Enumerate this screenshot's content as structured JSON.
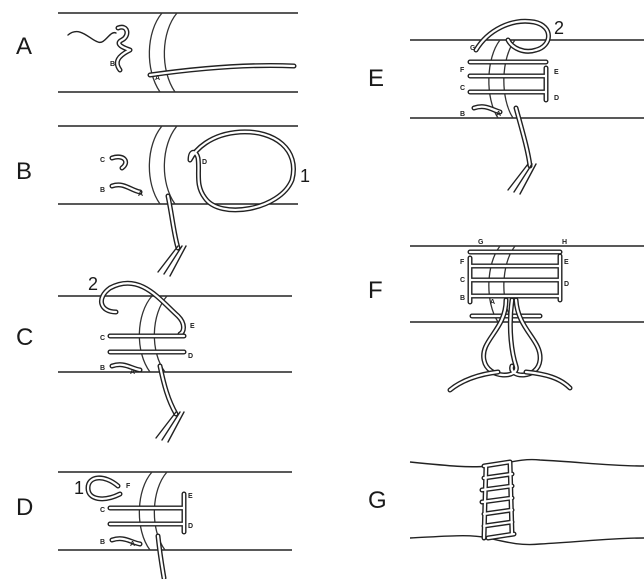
{
  "panels": [
    {
      "id": "A",
      "label": "A",
      "points": [
        "B",
        "A"
      ]
    },
    {
      "id": "B",
      "label": "B",
      "loop": "1",
      "points": [
        "C",
        "B",
        "A",
        "D"
      ]
    },
    {
      "id": "C",
      "label": "C",
      "loop": "2",
      "points": [
        "C",
        "B",
        "A",
        "D",
        "E"
      ]
    },
    {
      "id": "D",
      "label": "D",
      "loop": "1",
      "points": [
        "C",
        "B",
        "A",
        "D",
        "E",
        "F"
      ]
    },
    {
      "id": "E",
      "label": "E",
      "loop": "2",
      "points": [
        "G",
        "F",
        "C",
        "B",
        "A",
        "E",
        "D"
      ]
    },
    {
      "id": "F",
      "label": "F",
      "points": [
        "G",
        "H",
        "F",
        "E",
        "C",
        "D",
        "B",
        "A"
      ]
    },
    {
      "id": "G",
      "label": "G"
    }
  ]
}
